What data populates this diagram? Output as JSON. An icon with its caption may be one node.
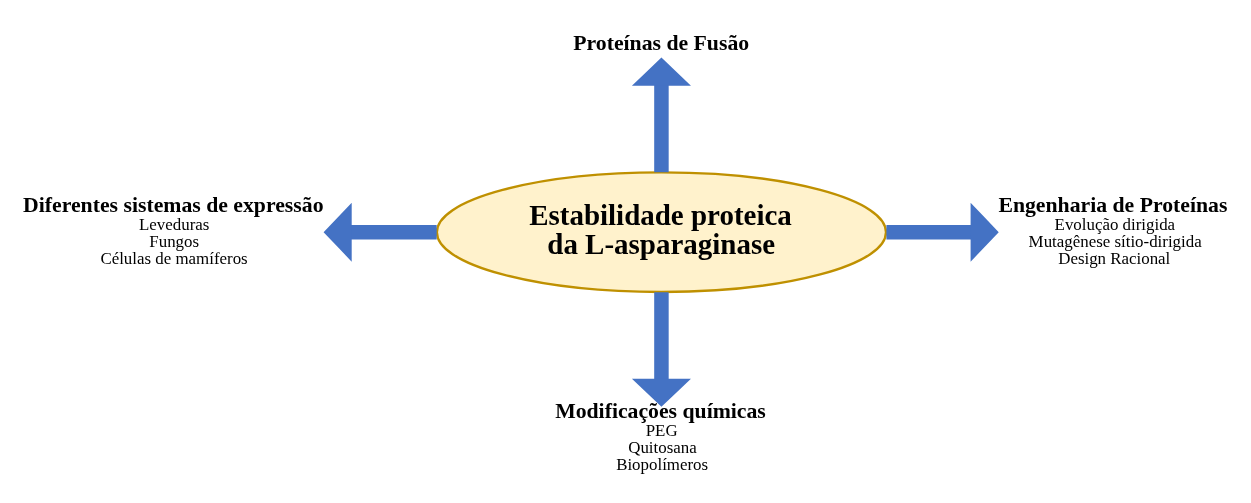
{
  "diagram": {
    "nodes": [
      {
        "text": [
          "Estabilidade proteica da L-asparaginase"
        ]
      },
      {
        "text": [
          "Proteínas de Fusão"
        ]
      },
      {
        "text": [
          "Diferentes sistemas de expressão",
          "Leveduras",
          "Fungos",
          "Células de mamíferos"
        ]
      },
      {
        "text": [
          "Engenharia de Proteínas",
          "Evolução dirigida",
          "Mutagênese sítio-dirigida",
          "Design Racional"
        ]
      },
      {
        "text": [
          "Modificações químicas",
          "PEG",
          "Quitosana",
          "Biopolímeros"
        ]
      }
    ],
    "edges": [
      {
        "from": 0,
        "to": 1,
        "arrow": "to"
      },
      {
        "from": 0,
        "to": 2,
        "arrow": "to"
      },
      {
        "from": 0,
        "to": 3,
        "arrow": "to"
      },
      {
        "from": 0,
        "to": 4,
        "arrow": "to"
      }
    ]
  }
}
